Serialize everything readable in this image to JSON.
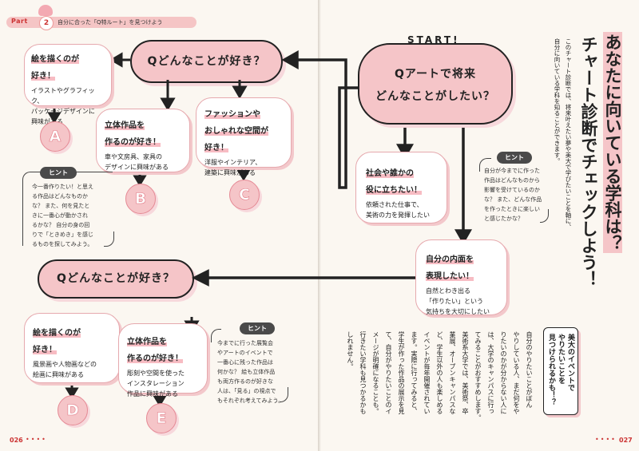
{
  "header": {
    "part_word": "Part",
    "part_num": "2",
    "text": "自分に合った「Q特ルート」を見つけよう"
  },
  "start_label": "START!",
  "questions": {
    "q_main": "Qアートで将来どんなことがしたい？",
    "q_main_l1": "Qアートで将来",
    "q_main_l2": "どんなことがしたい？",
    "q_like_top": "Qどんなことが好き？",
    "q_like_bottom": "Qどんなことが好き？"
  },
  "answers": {
    "draw_top": {
      "title_l1": "絵を描くのが",
      "title_l2": "好き！",
      "body_l1": "イラストやグラフィック、",
      "body_l2": "パッケージデザインに",
      "body_l3": "興味がある"
    },
    "solid_top": {
      "title_l1": "立体作品を",
      "title_l2": "作るのが好き！",
      "body_l1": "車や文房具、家具の",
      "body_l2": "デザインに興味がある"
    },
    "fashion": {
      "title_l1": "ファッションや",
      "title_l2": "おしゃれな空間が",
      "title_l3": "好き！",
      "body_l1": "洋服やインテリア、",
      "body_l2": "建築に興味がある"
    },
    "society": {
      "title_l1": "社会や誰かの",
      "title_l2": "役に立ちたい！",
      "body_l1": "依頼された仕事で、",
      "body_l2": "美術の力を発揮したい"
    },
    "inner": {
      "title_l1": "自分の内面を",
      "title_l2": "表現したい！",
      "body_l1": "自然とわき出る",
      "body_l2": "「作りたい」という",
      "body_l3": "気持ちを大切にしたい"
    },
    "draw_bottom": {
      "title_l1": "絵を描くのが",
      "title_l2": "好き！",
      "body_l1": "風景画や人物画などの",
      "body_l2": "絵画に興味がある"
    },
    "solid_bottom": {
      "title_l1": "立体作品を",
      "title_l2": "作るのが好き！",
      "body_l1": "彫刻や空間を使った",
      "body_l2": "インスタレーション",
      "body_l3": "作品に興味がある"
    }
  },
  "letters": {
    "a": "A",
    "b": "B",
    "c": "C",
    "d": "D",
    "e": "E"
  },
  "hints": {
    "label": "ヒント",
    "left_top": [
      "今一番作りたい！と思え",
      "る作品はどんなものか",
      "な？ また、何を見たと",
      "きに一番心が動かされ",
      "るかな？ 自分の身の回",
      "りで「ときめき」を感じ",
      "るものを探してみよう。"
    ],
    "left_bottom": [
      "今までに行った展覧会",
      "やアートのイベントで",
      "一番心に残った作品は",
      "何かな？ 絵も立体作品",
      "も両方作るのが好きな",
      "人は、「見る」の視点で",
      "もそれぞれ考えてみよう。"
    ],
    "right": [
      "自分が今までに作った",
      "作品はどんなものから",
      "影響を受けているのか",
      "な？ また、どんな作品",
      "を作ったときに楽しい",
      "と感じたかな？"
    ]
  },
  "right_title": {
    "line1": "あなたに向いている学科は？",
    "line2": "チャート診断でチェックしよう！"
  },
  "right_intro": [
    "このチャート診断では、将来叶えたい夢や美大で学びたいことを軸に、",
    "自分に向いている学科を知ることができます。"
  ],
  "column": {
    "heading": [
      "美大のイベントで",
      "やりたいことを",
      "見つけられるかも！？"
    ],
    "body": [
      "自分のやりたいことがぼん",
      "やりしている人、まだ何をや",
      "りたいのかが分からない人に",
      "は、大学のキャンパスに行っ",
      "てみることがおすすめします。",
      "美術系大学では、美術祭、卒",
      "業展、オープンキャンパスな",
      "ど、学生以外の人も楽しめる",
      "イベントが毎年開催されてい",
      "ます。実際に行ってみると、",
      "学生が作った作品の展示を見",
      "て、自分がやりたいことのイ",
      "メージが明確になることも。",
      "行きたい学科も見つかるかも",
      "しれません。"
    ]
  },
  "page_numbers": {
    "left": "026",
    "right": "027"
  },
  "colors": {
    "pink": "#f5c5c8",
    "accent": "#cc3333",
    "ink": "#222222"
  }
}
